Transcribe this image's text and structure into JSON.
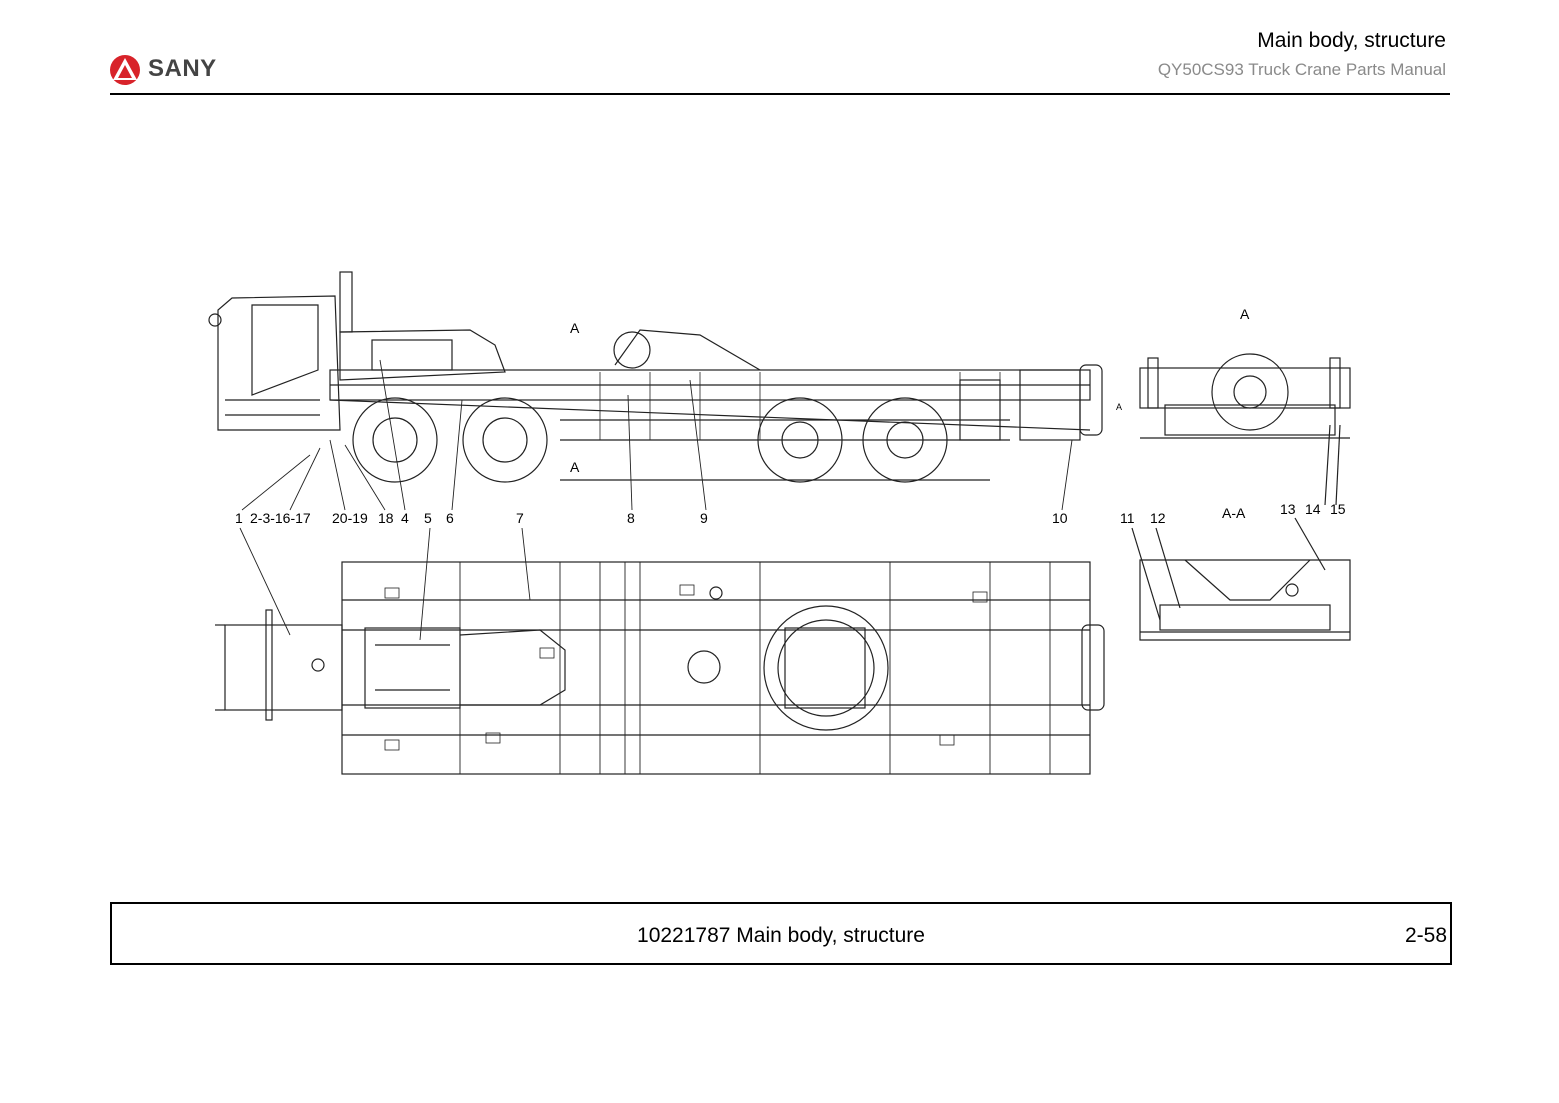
{
  "header": {
    "brand": "SANY",
    "title": "Main body, structure",
    "subtitle": "QY50CS93 Truck Crane  Parts Manual"
  },
  "drawing": {
    "side_labels": [
      "1",
      "2-3-16-17",
      "20-19",
      "18",
      "4",
      "5",
      "6",
      "7",
      "8",
      "9",
      "10"
    ],
    "section_labels": [
      "11",
      "12",
      "A-A",
      "13",
      "14",
      "15"
    ],
    "section_marker": "A",
    "cut_markers": [
      "A",
      "A",
      "A"
    ]
  },
  "footer": {
    "caption": "10221787 Main body, structure",
    "page_number": "2-58"
  },
  "colors": {
    "line": "#000000",
    "logo_red": "#d8232a",
    "subtitle_gray": "#8a8a8a"
  }
}
